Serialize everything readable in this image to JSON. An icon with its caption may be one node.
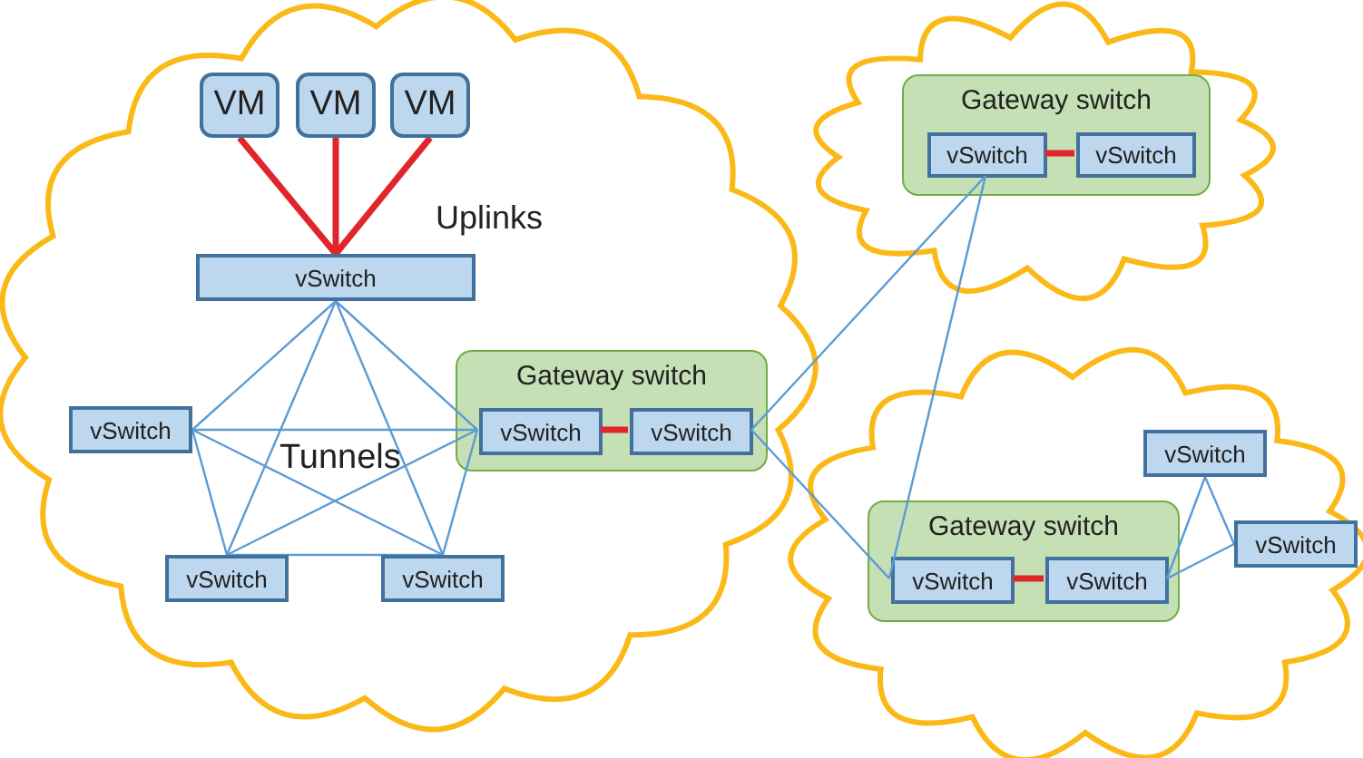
{
  "diagram": {
    "nodes": [
      {
        "text": [],
        "shape": "cloud"
      },
      {
        "text": [
          "VM"
        ],
        "in": 0
      },
      {
        "text": [
          "VM"
        ],
        "in": 0
      },
      {
        "text": [
          "VM"
        ],
        "in": 0
      },
      {
        "text": [
          "vSwitch"
        ],
        "in": 0
      },
      {
        "text": [
          "vSwitch"
        ],
        "in": 0
      },
      {
        "text": [
          "vSwitch"
        ],
        "in": 0
      },
      {
        "text": [
          "vSwitch"
        ],
        "in": 0
      },
      {
        "text": [
          "Gateway switch"
        ],
        "in": 0
      },
      {
        "text": [
          "vSwitch"
        ],
        "in": 8
      },
      {
        "text": [
          "vSwitch"
        ],
        "in": 8
      },
      {
        "text": [],
        "shape": "cloud"
      },
      {
        "text": [
          "Gateway switch"
        ],
        "in": 11
      },
      {
        "text": [
          "vSwitch"
        ],
        "in": 12
      },
      {
        "text": [
          "vSwitch"
        ],
        "in": 12
      },
      {
        "text": [],
        "shape": "cloud"
      },
      {
        "text": [
          "Gateway switch"
        ],
        "in": 15
      },
      {
        "text": [
          "vSwitch"
        ],
        "in": 16
      },
      {
        "text": [
          "vSwitch"
        ],
        "in": 16
      },
      {
        "text": [
          "vSwitch"
        ],
        "in": 15
      },
      {
        "text": [
          "vSwitch"
        ],
        "in": 15
      }
    ],
    "edges": [
      {
        "from": 1,
        "to": 4,
        "arrow": "none",
        "style": "thick",
        "color": "#e0262b"
      },
      {
        "from": 2,
        "to": 4,
        "arrow": "none",
        "style": "thick",
        "color": "#e0262b"
      },
      {
        "from": 3,
        "to": 4,
        "arrow": "none",
        "style": "thick",
        "color": "#e0262b"
      },
      {
        "from": 4,
        "to": 5,
        "arrow": "none"
      },
      {
        "from": 4,
        "to": 6,
        "arrow": "none"
      },
      {
        "from": 4,
        "to": 7,
        "arrow": "none"
      },
      {
        "from": 4,
        "to": 9,
        "arrow": "none"
      },
      {
        "from": 5,
        "to": 6,
        "arrow": "none"
      },
      {
        "from": 5,
        "to": 7,
        "arrow": "none"
      },
      {
        "from": 5,
        "to": 9,
        "arrow": "none"
      },
      {
        "from": 6,
        "to": 7,
        "arrow": "none"
      },
      {
        "from": 6,
        "to": 9,
        "arrow": "none"
      },
      {
        "from": 7,
        "to": 9,
        "arrow": "none"
      },
      {
        "from": 9,
        "to": 10,
        "arrow": "none",
        "style": "thick",
        "color": "#e0262b"
      },
      {
        "from": 10,
        "to": 13,
        "arrow": "none"
      },
      {
        "from": 10,
        "to": 17,
        "arrow": "none"
      },
      {
        "from": 13,
        "to": 17,
        "arrow": "none"
      },
      {
        "from": 13,
        "to": 14,
        "arrow": "none",
        "style": "thick",
        "color": "#e0262b"
      },
      {
        "from": 17,
        "to": 18,
        "arrow": "none",
        "style": "thick",
        "color": "#e0262b"
      },
      {
        "from": 18,
        "to": 19,
        "arrow": "none"
      },
      {
        "from": 18,
        "to": 20,
        "arrow": "none"
      },
      {
        "from": 19,
        "to": 20,
        "arrow": "none"
      }
    ],
    "labels": [
      "Uplinks",
      "Tunnels"
    ]
  }
}
